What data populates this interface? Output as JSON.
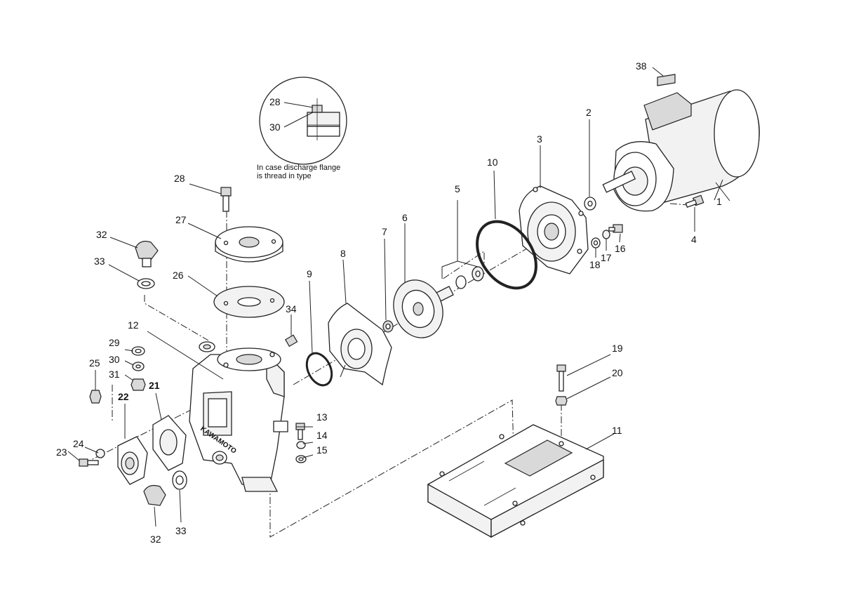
{
  "inset": {
    "note_line1": "In case discharge flange",
    "note_line2": "is thread in type",
    "labels": [
      "28",
      "30"
    ]
  },
  "callouts": {
    "p1": "1",
    "p2": "2",
    "p3": "3",
    "p4": "4",
    "p5": "5",
    "p6": "6",
    "p7": "7",
    "p8": "8",
    "p9": "9",
    "p10": "10",
    "p11": "11",
    "p12": "12",
    "p13": "13",
    "p14": "14",
    "p15": "15",
    "p16": "16",
    "p17": "17",
    "p18": "18",
    "p19": "19",
    "p20": "20",
    "p21": "21",
    "p22": "22",
    "p23": "23",
    "p24": "24",
    "p25": "25",
    "p26": "26",
    "p27": "27",
    "p28": "28",
    "p29": "29",
    "p30": "30",
    "p31": "31",
    "p32a": "32",
    "p32b": "32",
    "p33a": "33",
    "p33b": "33",
    "p34": "34",
    "p38": "38"
  },
  "casing_brand": "KAWAMOTO"
}
